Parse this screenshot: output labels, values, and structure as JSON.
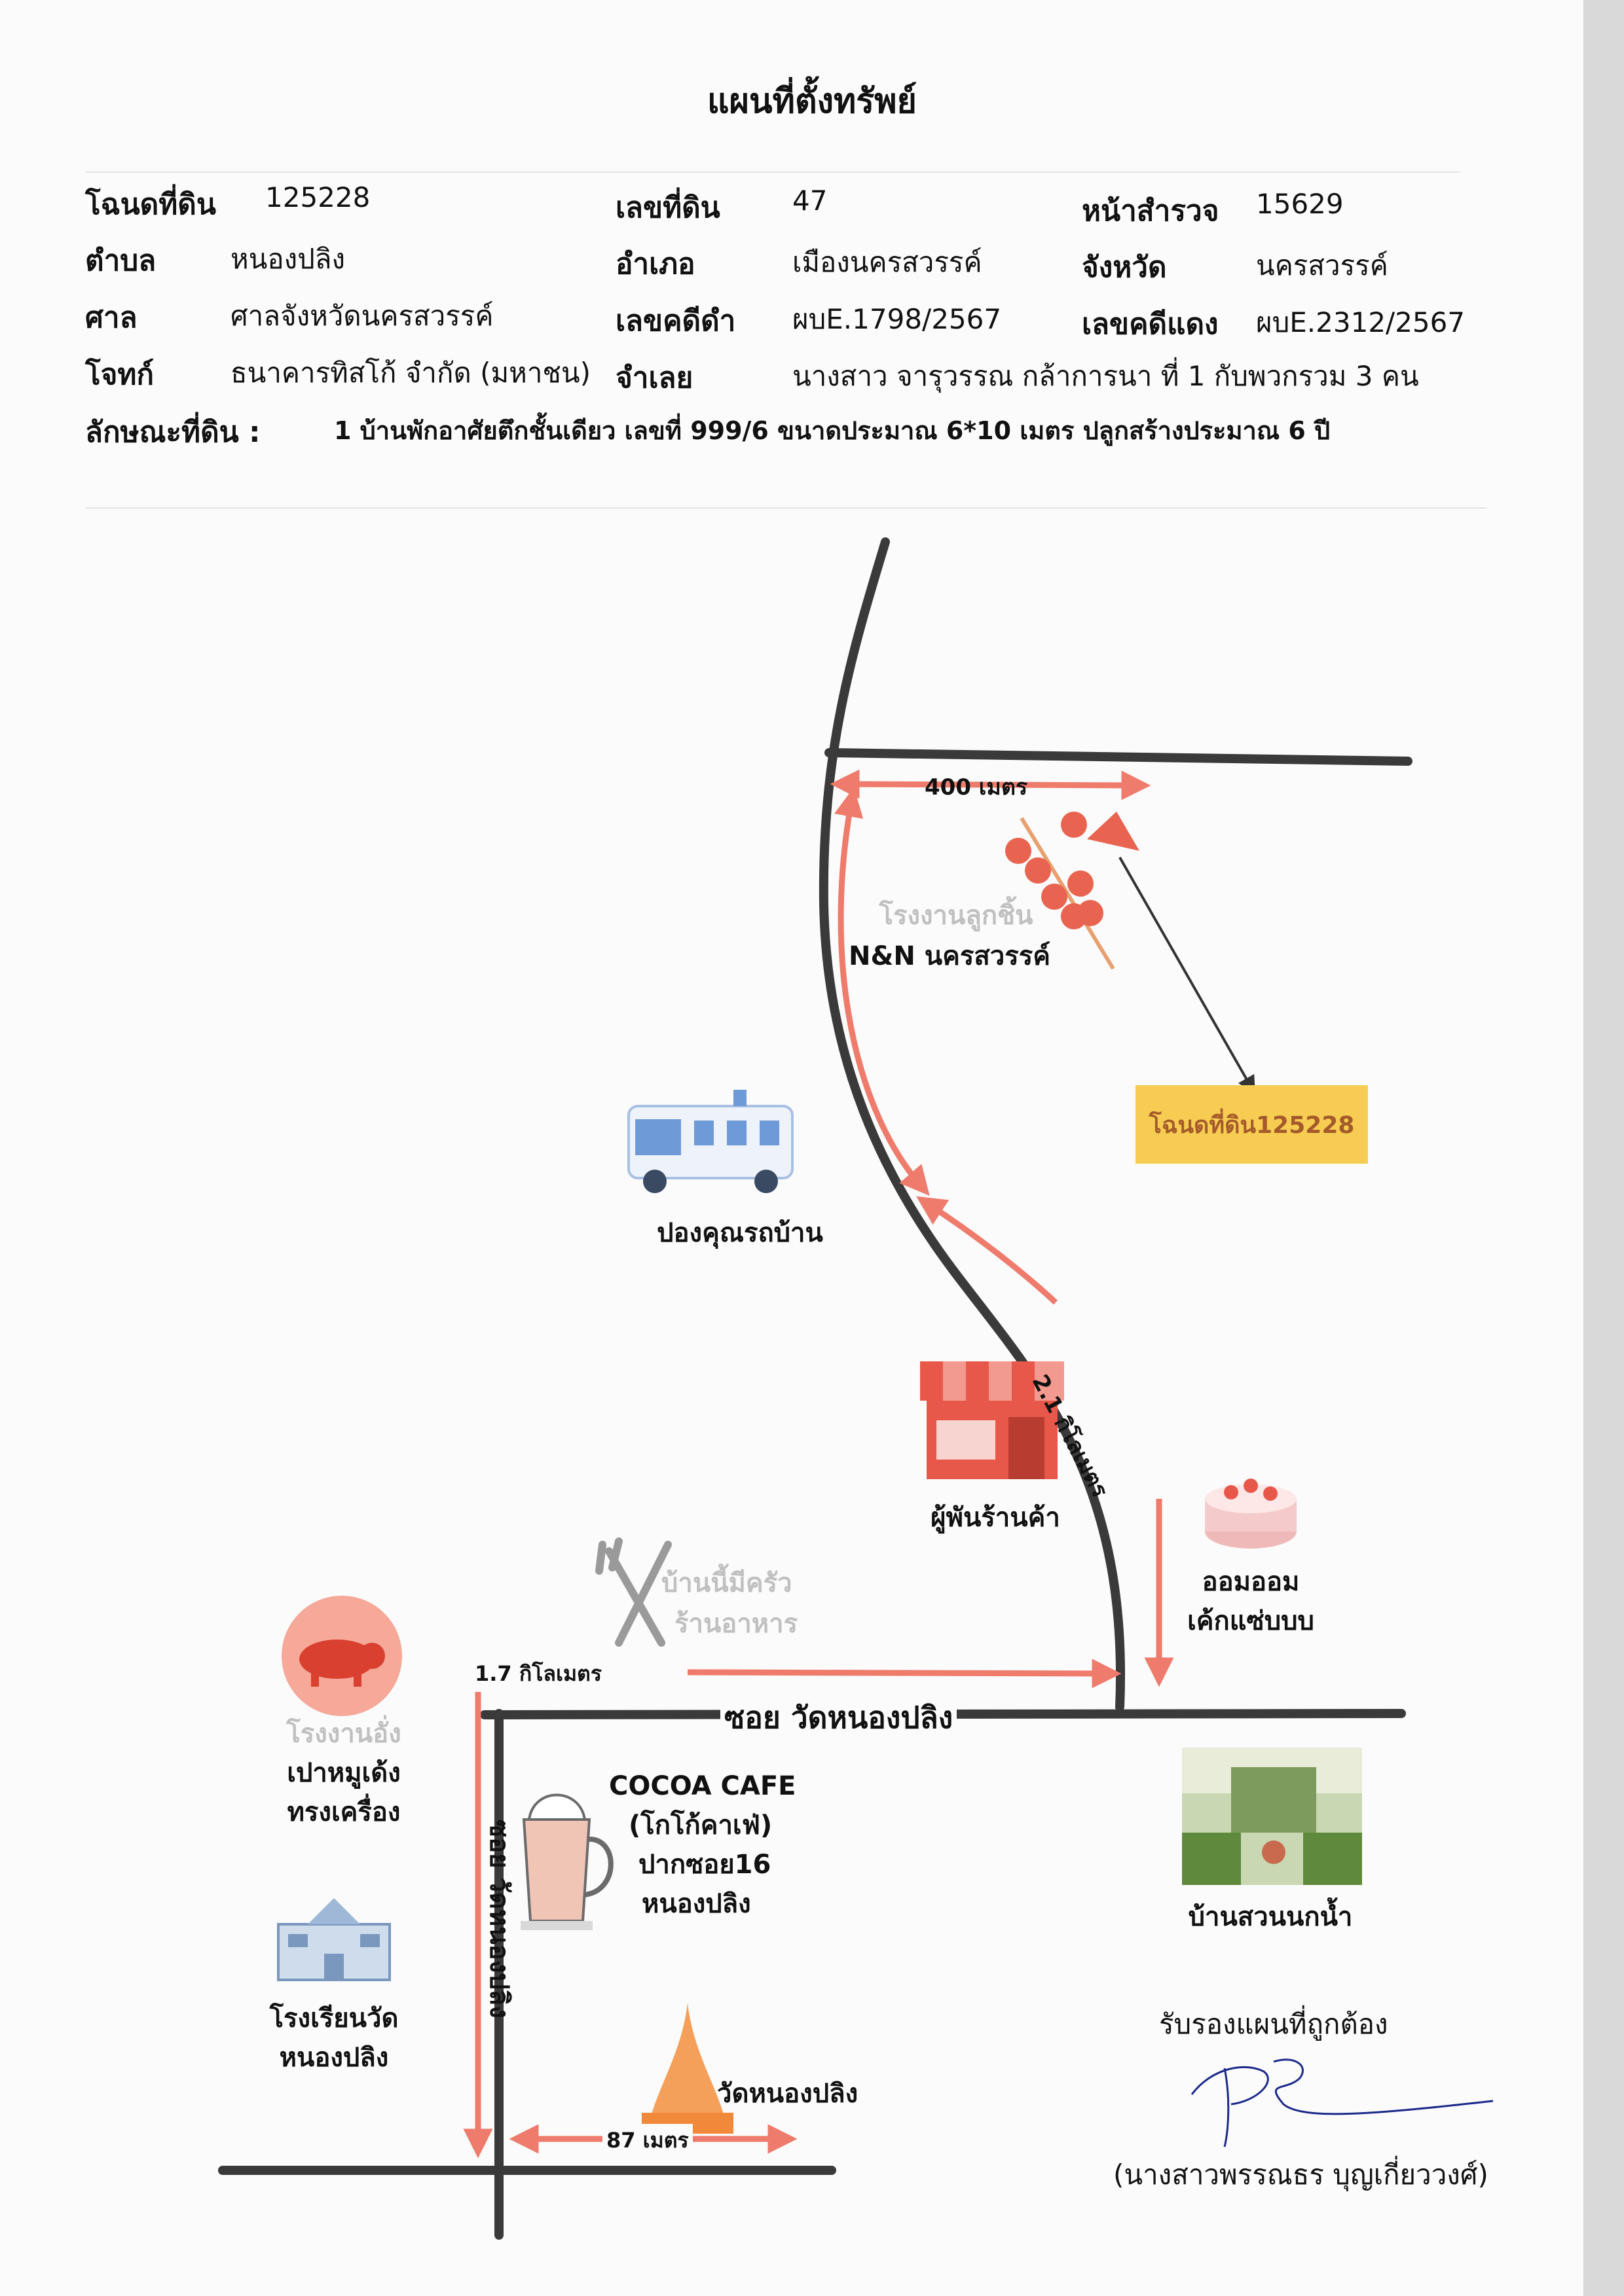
{
  "title": "แผนที่ตั้งทรัพย์",
  "info": {
    "deed_label": "โฉนดที่ดิน",
    "deed": "125228",
    "land_no_label": "เลขที่ดิน",
    "land_no": "47",
    "survey_label": "หน้าสำรวจ",
    "survey": "15629",
    "tambon_label": "ตำบล",
    "tambon": "หนองปลิง",
    "amphoe_label": "อำเภอ",
    "amphoe": "เมืองนครสวรรค์",
    "province_label": "จังหวัด",
    "province": "นครสวรรค์",
    "court_label": "ศาล",
    "court": "ศาลจังหวัดนครสวรรค์",
    "black_case_label": "เลขคดีดำ",
    "black_case": "ผบE.1798/2567",
    "red_case_label": "เลขคดีแดง",
    "red_case": "ผบE.2312/2567",
    "plaintiff_label": "โจทก์",
    "plaintiff": "ธนาคารทิสโก้ จำกัด (มหาชน)",
    "defendant_label": "จำเลย",
    "defendant": "นางสาว จารุวรรณ กล้าการนา  ที่ 1  กับพวกรวม 3 คน",
    "feature_label": "ลักษณะที่ดิน :",
    "feature": "1 บ้านพักอาศัยตึกชั้นเดียว เลขที่ 999/6 ขนาดประมาณ 6*10 เมตร ปลูกสร้างประมาณ 6 ปี"
  },
  "map": {
    "dist_400": "400 เมตร",
    "factory_faded": "โรงงานลูกชิ้น",
    "factory_name": "N&N นครสวรรค์",
    "deed_tag": "โฉนดที่ดิน125228",
    "rv_label": "ปองคุณรถบ้าน",
    "dist_21": "2.1 กิโลเมตร",
    "shop_label": "ผู้พันร้านค้า",
    "cake_line1": "ออมออม",
    "cake_line2": "เค้กแซ่บบบ",
    "kitchen_line1": "บ้านนี้มีครัว",
    "kitchen_line2": "ร้านอาหาร",
    "dist_17": "1.7 กิโลเมตร",
    "road_main": "ซอย วัดหนองปลิง",
    "road_side": "ซอย วัดหนองปลิง",
    "pork_faded": "โรงงานอั่ง",
    "pork_line1": "เปาหมูเด้ง",
    "pork_line2": "ทรงเครื่อง",
    "cafe_line1": "COCOA CAFE",
    "cafe_line2": "(โกโก้คาเฟ่)",
    "cafe_line3": "ปากซอย16",
    "cafe_line4": "หนองปลิง",
    "garden_label": "บ้านสวนนกน้ำ",
    "school_line1": "โรงเรียนวัด",
    "school_line2": "หนองปลิง",
    "temple_label": "วัดหนองปลิง",
    "dist_87": "87 เมตร"
  },
  "certify": "รับรองแผนที่ถูกต้อง",
  "signer": "(นางสาวพรรณธร บุญเกี่ยววงศ์)",
  "colors": {
    "arrow": "#ee7b6c",
    "road": "#3a3a3a",
    "tag": "#f6cd52",
    "accent": "#e8584a"
  },
  "icons": [
    "meatball-skewer-icon",
    "rv-icon",
    "shop-icon",
    "cake-icon",
    "fork-knife-icon",
    "pig-icon",
    "coffee-mug-icon",
    "garden-icon",
    "school-icon",
    "temple-icon"
  ]
}
